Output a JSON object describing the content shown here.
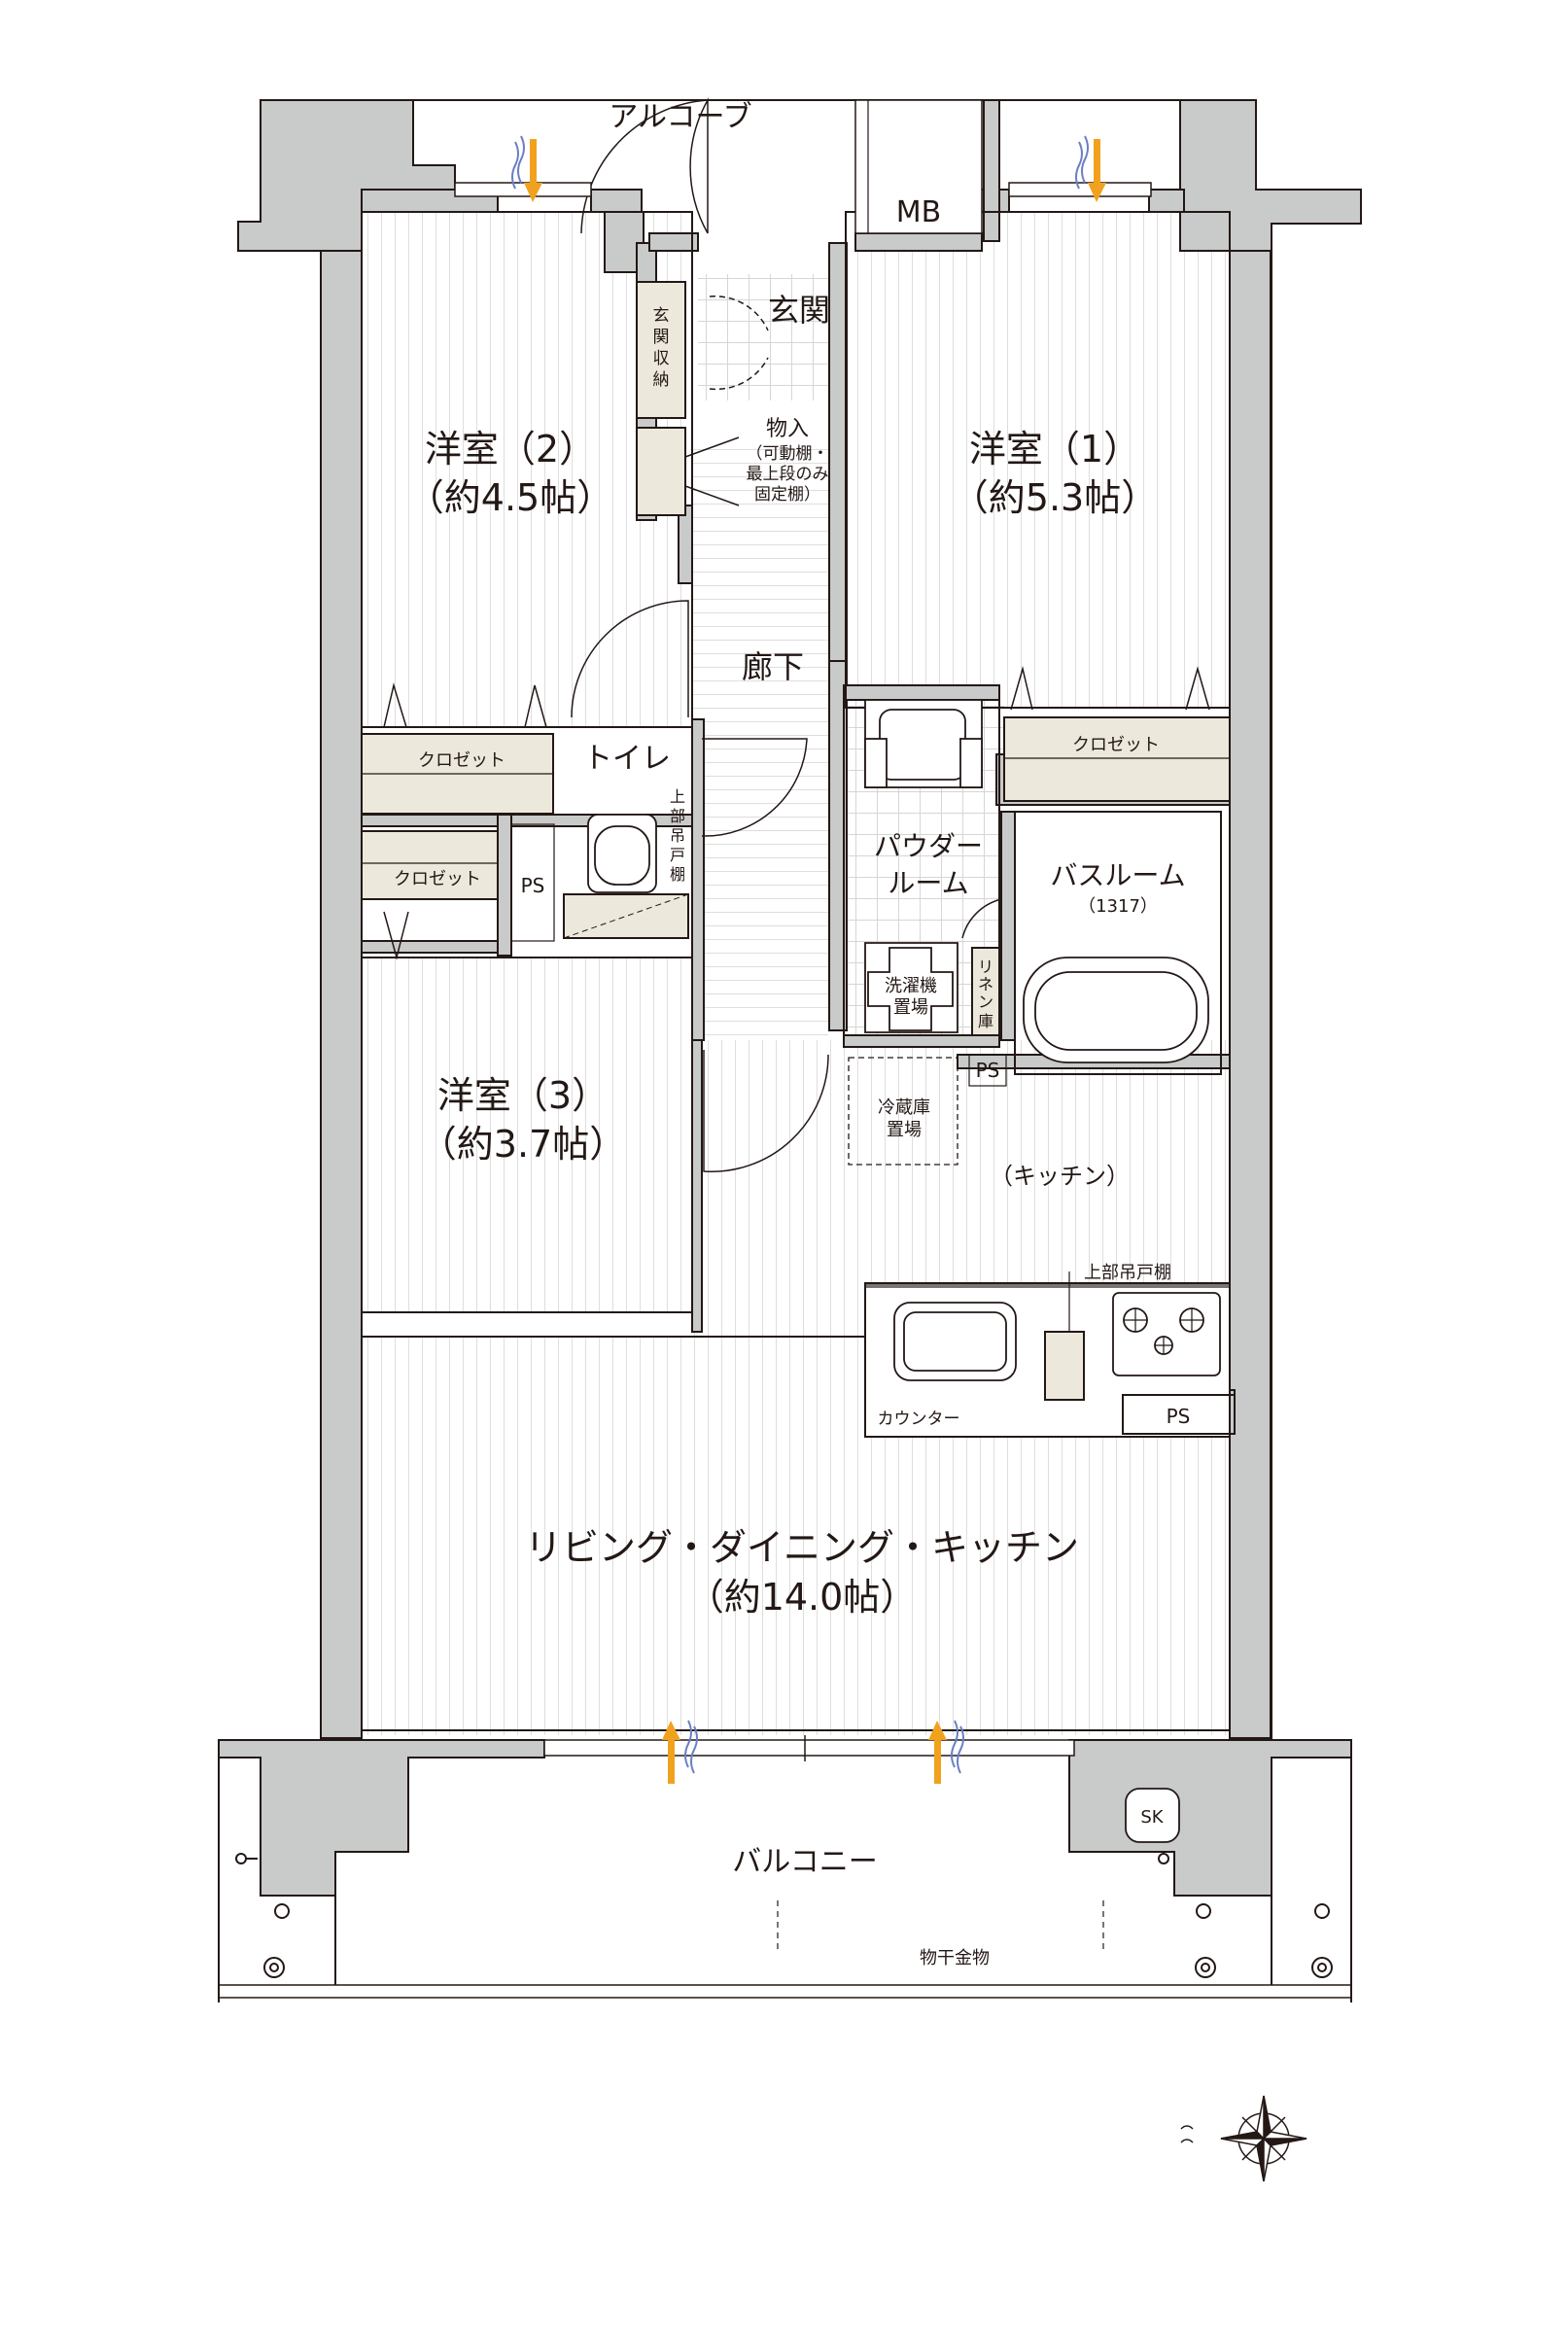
{
  "rooms": {
    "alcove": "アルコーブ",
    "mb": "MB",
    "genkan": "玄関",
    "genkan_storage": [
      "玄",
      "関",
      "収",
      "納"
    ],
    "monoire": [
      "物入",
      "（可動棚・",
      "最上段のみ",
      "固定棚）"
    ],
    "room2": {
      "name": "洋室（2）",
      "size": "（約4.5帖）"
    },
    "room1": {
      "name": "洋室（1）",
      "size": "（約5.3帖）"
    },
    "room3": {
      "name": "洋室（3）",
      "size": "（約3.7帖）"
    },
    "corridor": "廊下",
    "closet": "クロゼット",
    "toilet": "トイレ",
    "toilet_shelf": [
      "上",
      "部",
      "吊",
      "戸",
      "棚"
    ],
    "ps": "PS",
    "powder": [
      "パウダー",
      "ルーム"
    ],
    "bath": {
      "name": "バスルーム",
      "size": "（1317）"
    },
    "washer": [
      "洗濯機",
      "置場"
    ],
    "linen": [
      "リ",
      "ネ",
      "ン",
      "庫"
    ],
    "fridge": [
      "冷蔵庫",
      "置場"
    ],
    "kitchen": "（キッチン）",
    "upper_shelf": "上部吊戸棚",
    "counter": "カウンター",
    "ldk": {
      "name": "リビング・ダイニング・キッチン",
      "size": "（約14.0帖）"
    },
    "balcony": "バルコニー",
    "sk": "SK",
    "laundry_hanger": "物干金物"
  },
  "colors": {
    "wall": "#c9caca",
    "floor_line": "#e3e3e3",
    "storage": "#ece8dc",
    "arrow": "#f0a21e",
    "wind": "#6a7fc4",
    "line": "#231815"
  },
  "icons": [
    "compass-icon",
    "wind-arrow-icon",
    "stove-icon",
    "toilet-icon",
    "bathtub-icon",
    "sink-icon"
  ]
}
